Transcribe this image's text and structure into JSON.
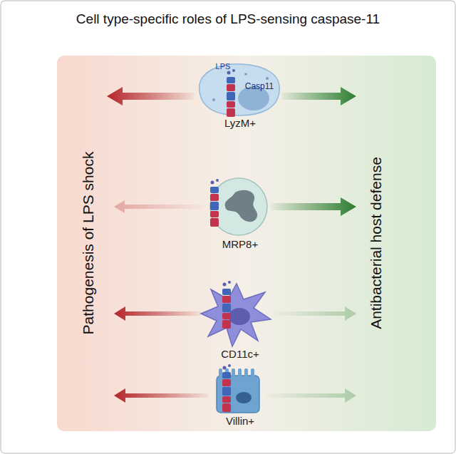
{
  "diagram": {
    "title": "Cell type-specific roles of LPS-sensing caspase-11",
    "nodes": [
      {
        "text": [
          "LPS",
          "Casp11",
          "LyzM+"
        ]
      },
      {
        "text": [
          "MRP8+"
        ]
      },
      {
        "text": [
          "CD11c+"
        ]
      },
      {
        "text": [
          "Villin+"
        ]
      }
    ],
    "labels": [
      "Pathogenesis of LPS shock",
      "Antibacterial host defense"
    ]
  }
}
